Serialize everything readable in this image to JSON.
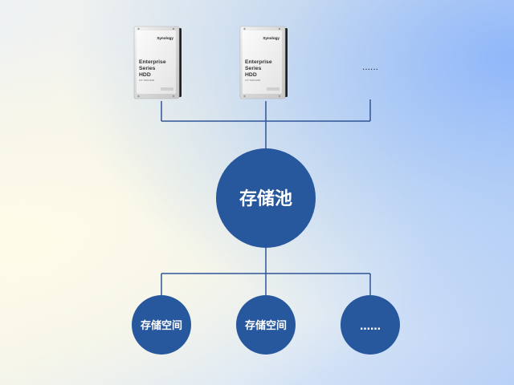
{
  "drives": [
    {
      "brand": "Synology",
      "title_lines": [
        "Enterprise",
        "Series",
        "HDD"
      ],
      "subtitle": "3.5\" SATA HDD"
    },
    {
      "brand": "Synology",
      "title_lines": [
        "Enterprise",
        "Series",
        "HDD"
      ],
      "subtitle": "3.5\" SATA HDD"
    }
  ],
  "drives_more": "……",
  "pool": {
    "label": "存储池"
  },
  "volumes": [
    {
      "label": "存储空间"
    },
    {
      "label": "存储空间"
    },
    {
      "label": "……"
    }
  ],
  "colors": {
    "node_fill": "#27579d",
    "connector": "#2f5596",
    "label": "#ffffff"
  }
}
